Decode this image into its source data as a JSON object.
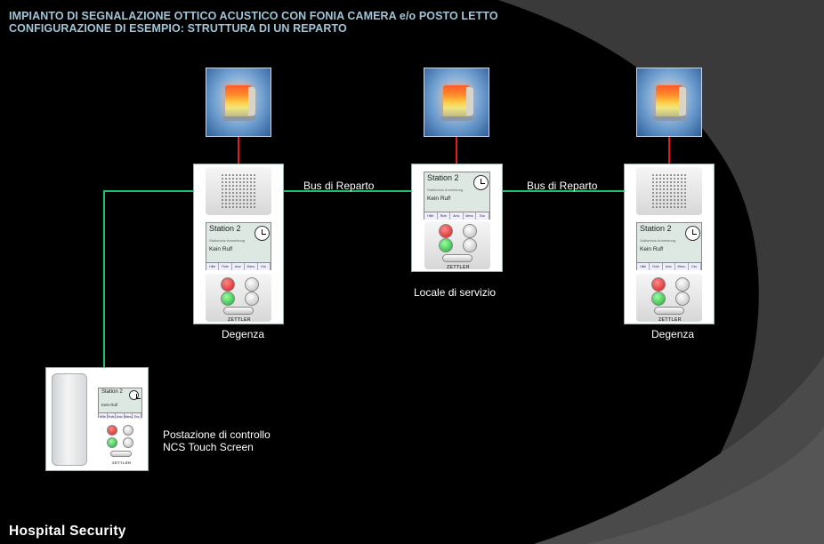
{
  "header": {
    "title_line1": "IMPIANTO DI SEGNALAZIONE OTTICO ACUSTICO CON FONIA CAMERA e/o POSTO LETTO",
    "title_line2": "CONFIGURAZIONE DI ESEMPIO:  STRUTTURA DI UN REPARTO"
  },
  "connections": {
    "bus_left": "Bus di Reparto",
    "bus_right": "Bus di Reparto"
  },
  "devices": {
    "room_left": {
      "label": "Degenza"
    },
    "service": {
      "label": "Locale di servizio"
    },
    "room_right": {
      "label": "Degenza"
    },
    "control": {
      "label_line1": "Postazione di controllo",
      "label_line2": "NCS  Touch Screen"
    }
  },
  "terminal_screen": {
    "station": "Station 2",
    "subtitle": "Stationbus Anmeldung",
    "call_status": "Kein Ruf!",
    "softkeys": [
      "Hilfe",
      "Rufe",
      "Anw.",
      "Menu",
      "Esc"
    ],
    "brand": "ZETTLER"
  },
  "footer": {
    "text": "Hospital Security"
  },
  "colors": {
    "background": "#000000",
    "swoosh": "#3a3a3a",
    "title": "#9fc6d8",
    "bus_line": "#1ec06a",
    "lamp_line": "#e21a1a",
    "label": "#ffffff"
  }
}
